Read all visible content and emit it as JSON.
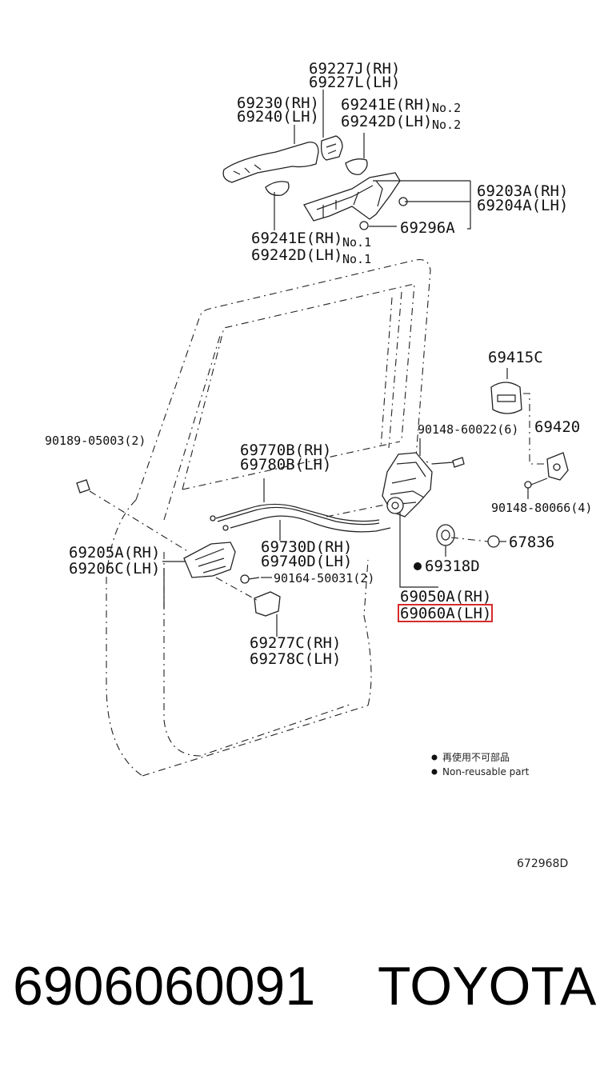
{
  "labels": {
    "p69227j": "69227J(RH)",
    "p69227l": "69227L(LH)",
    "p69230": "69230(RH)",
    "p69240": "69240(LH)",
    "p69241e_top": "69241E(RH)",
    "p69242d_top": "69242D(LH)",
    "no2_a": "No.2",
    "no2_b": "No.2",
    "p69203a": "69203A(RH)",
    "p69204a": "69204A(LH)",
    "p69296a": "69296A",
    "p69241e_bot": "69241E(RH)",
    "p69242d_bot": "69242D(LH)",
    "no1_a": "No.1",
    "no1_b": "No.1",
    "p69415c": "69415C",
    "p90148_60022": "90148-60022(6)",
    "p69420": "69420",
    "p90189": "90189-05003(2)",
    "p69770b": "69770B(RH)",
    "p69780b": "69780B(LH)",
    "p90148_80066": "90148-80066(4)",
    "p67836": "67836",
    "p69205a": "69205A(RH)",
    "p69206c": "69206C(LH)",
    "p69730d": "69730D(RH)",
    "p69740d": "69740D(LH)",
    "p69318d": "69318D",
    "p90164": "90164-50031(2)",
    "p69050a": "69050A(RH)",
    "p69060a": "69060A(LH)",
    "p69277c": "69277C(RH)",
    "p69278c": "69278C(LH)"
  },
  "legend": {
    "jp": "再使用不可部品",
    "en": "Non-reusable part"
  },
  "diagram_code": "672968D",
  "footer": {
    "part_number": "6906060091",
    "brand": "TOYOTA"
  },
  "highlight_color": "#d62b2b"
}
